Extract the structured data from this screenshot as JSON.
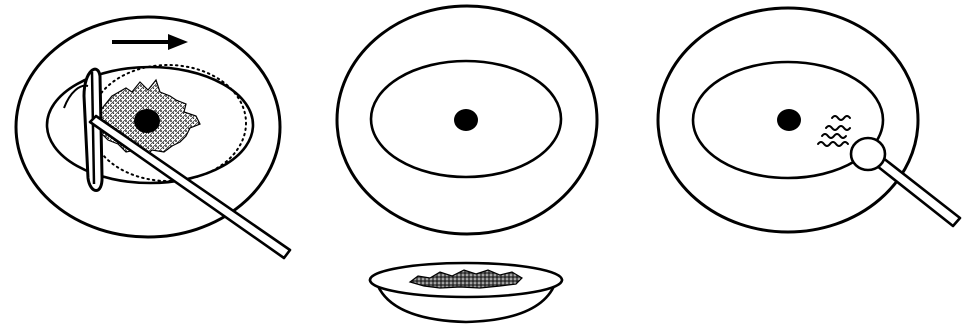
{
  "figure": {
    "panels": [
      {
        "id": "panel-1",
        "elements": [
          "outer-oval",
          "inner-oval",
          "dotted-orbit-oval",
          "direction-arrow",
          "lens-ring",
          "spatula-stick",
          "spotted-smudge-area",
          "central-pupil"
        ]
      },
      {
        "id": "panel-2",
        "elements": [
          "outer-oval",
          "inner-oval",
          "central-pupil",
          "collection-dish",
          "collected-material"
        ]
      },
      {
        "id": "panel-3",
        "elements": [
          "outer-oval",
          "inner-oval",
          "central-pupil",
          "wavy-lines",
          "cotton-swab"
        ]
      }
    ],
    "colors": {
      "ink": "#000000",
      "paper": "#ffffff"
    }
  }
}
